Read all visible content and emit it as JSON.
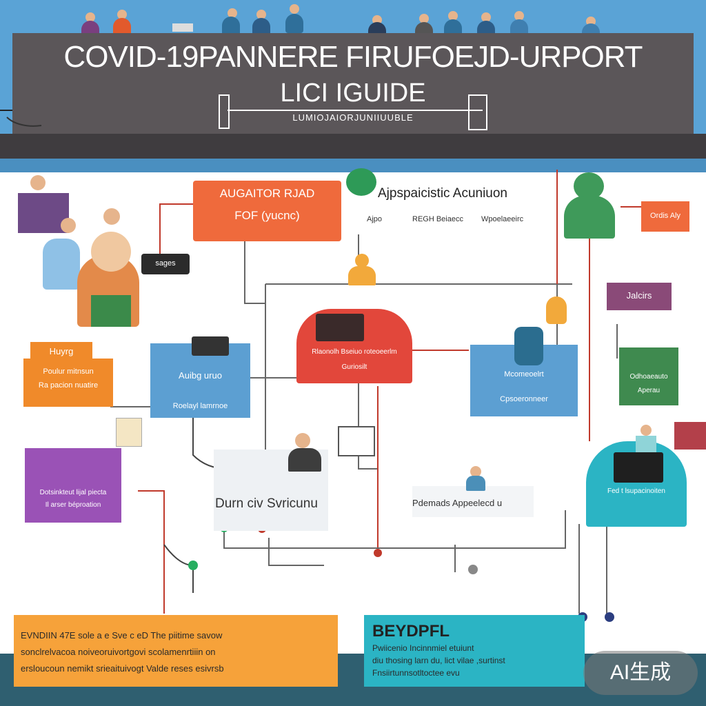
{
  "header": {
    "title_line1": "COVID-19PANNERE FIRUFOEJD-URPORT",
    "title_line2": "LICI IGUIDE",
    "subtitle": "LUMIOJAIORJUNIIUUBLE"
  },
  "nodes": {
    "top_orange": {
      "line1": "AUGAITOR RJAD",
      "line2": "FOF (yucnc)"
    },
    "top_center": {
      "title": "Ajpspaicistic Acuniuon",
      "sub1": "Ajpo",
      "sub2": "REGH Beiaecc",
      "sub3": "Wpoelaeeirc"
    },
    "left_badge": "sages",
    "right_orange": "Ordis Aly",
    "right_purple": "Jalcirs",
    "left_orange": {
      "title": "Huyrg",
      "line1": "Poulur mitnsun",
      "line2": "Ra pacion nuatire"
    },
    "blue_left": {
      "title": "Auibg uruo",
      "line1": "Roelayl lamrnoe"
    },
    "red_center": {
      "line1": "Rlaonolh Bseiuo roteoeerlm",
      "line2": "Guriosilt"
    },
    "blue_right": {
      "line1": "Mcomeoelrt",
      "line2": "Cpsoeronneer"
    },
    "green_right": {
      "line1": "Odhoaeauto",
      "line2": "Aperau"
    },
    "purple_left": {
      "line1": "Dotsinkteut lijal piecta",
      "line2": "Il arser béproation"
    },
    "center_label": "Durn civ Svricunu",
    "mid_right_label": "Pdemads Appeelecd u",
    "teal_right": "Fed t lsupacinoiten"
  },
  "footer": {
    "orange": {
      "line1": "EVNDIIN 47E sole a e Sve c  eD  The piitime savow",
      "line2": "sonclrelvacoa noiveoruivortgovi scolamenrtiiin on",
      "line3": "ersloucoun nemikt srieaituivogt Valde reses esivrsb"
    },
    "teal": {
      "heading": "BEYDPFL",
      "line1": "Pwiicenio Incinnmiel etuiunt",
      "line2": "diu thosing larn du, lict vilae ,surtinst",
      "line3": "Fnsiirtunnsotltoctee evu"
    }
  },
  "watermark": "AI生成"
}
